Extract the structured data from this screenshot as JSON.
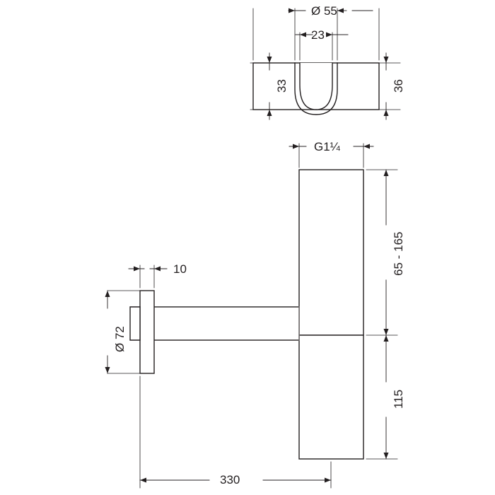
{
  "drawing": {
    "title": "Bottle trap technical dimension drawing",
    "line_color": "#231f20",
    "fill_color": "#ffffff",
    "background": "#ffffff",
    "labels": {
      "top_outer_diameter": "Ø 55",
      "top_inner_width": "23",
      "top_left_height": "33",
      "top_right_height": "36",
      "thread_size": "G1¼",
      "vertical_adjustable": "65 - 165",
      "vertical_lower": "115",
      "wall_flange_thickness": "10",
      "wall_flange_diameter": "Ø 72",
      "overall_length": "330"
    },
    "views": [
      {
        "name": "top-view",
        "description": "Cover cap cross section with outer diameter 55, inner slot width 23, heights 33 and 36"
      },
      {
        "name": "main-view",
        "description": "Bottle trap side elevation with G1¼ inlet, adjustable 65 - 165 section, 115 body and 330 overall reach"
      }
    ]
  }
}
